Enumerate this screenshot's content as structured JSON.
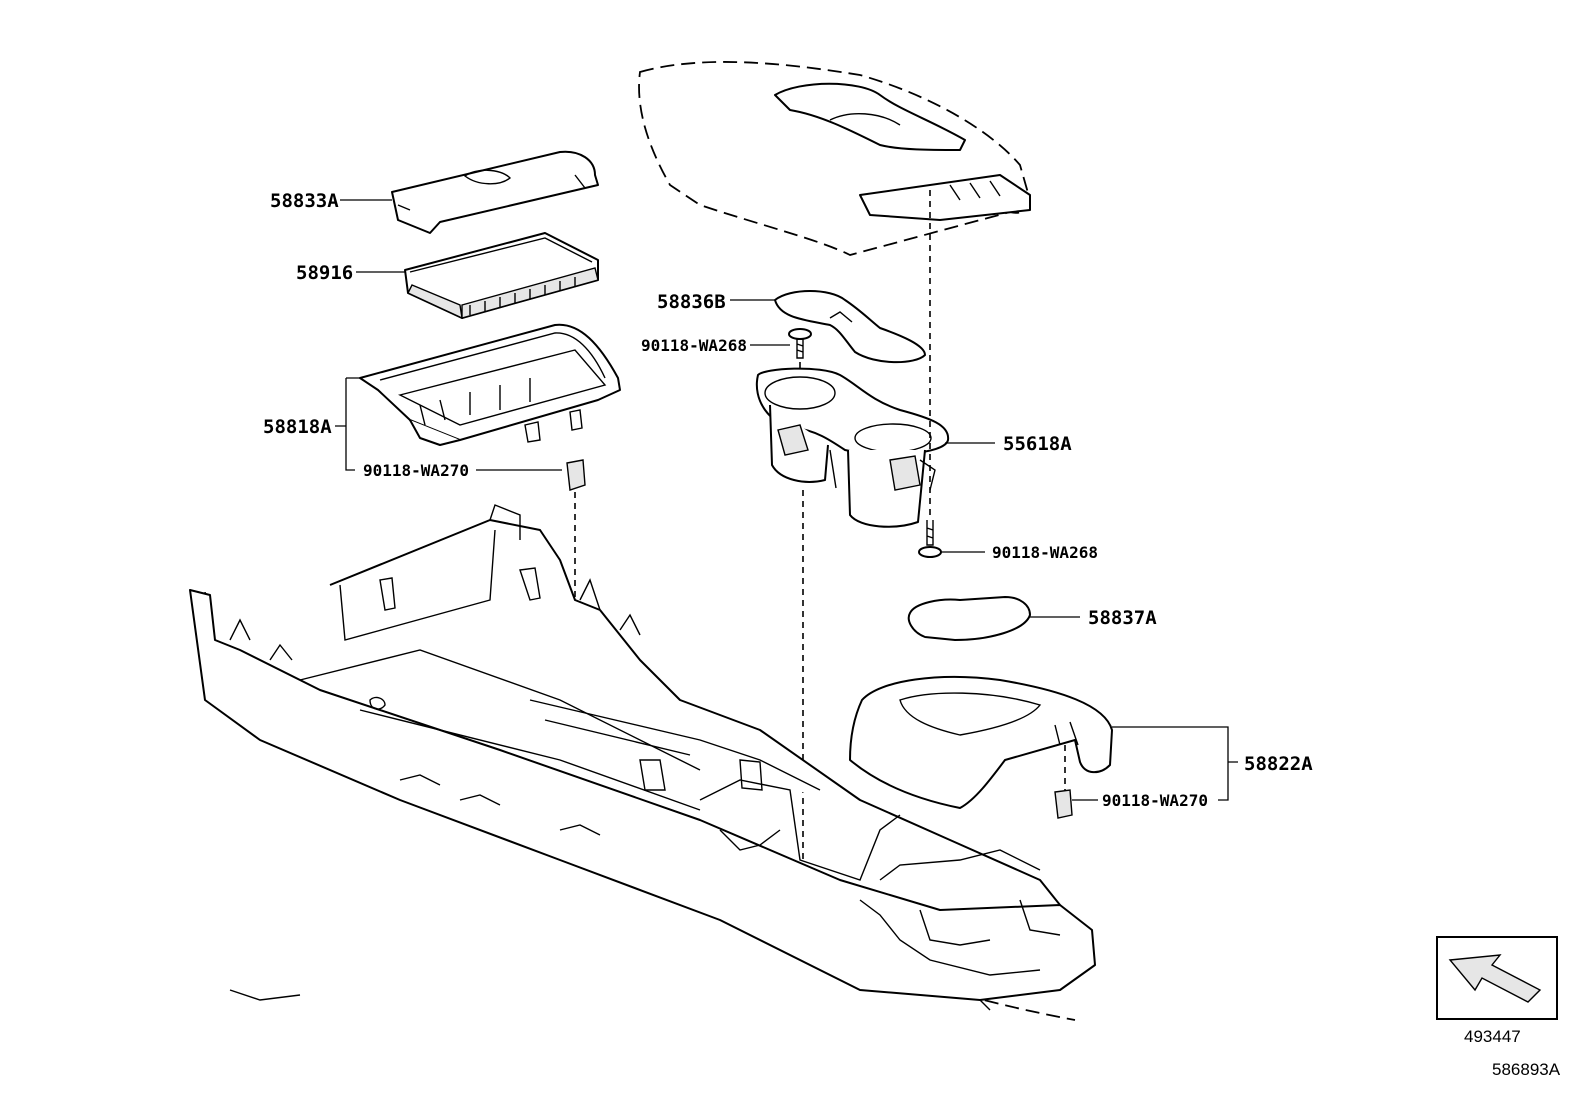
{
  "diagram": {
    "callouts": {
      "c58833A": "58833A",
      "c58916": "58916",
      "c58818A": "58818A",
      "c90118_WA270_left": "90118-WA270",
      "c58836B": "58836B",
      "c90118_WA268_top": "90118-WA268",
      "c55618A": "55618A",
      "c90118_WA268_bottom": "90118-WA268",
      "c58837A": "58837A",
      "c58822A": "58822A",
      "c90118_WA270_right": "90118-WA270"
    },
    "reference_box_code": "493447",
    "drawing_number": "586893A"
  }
}
